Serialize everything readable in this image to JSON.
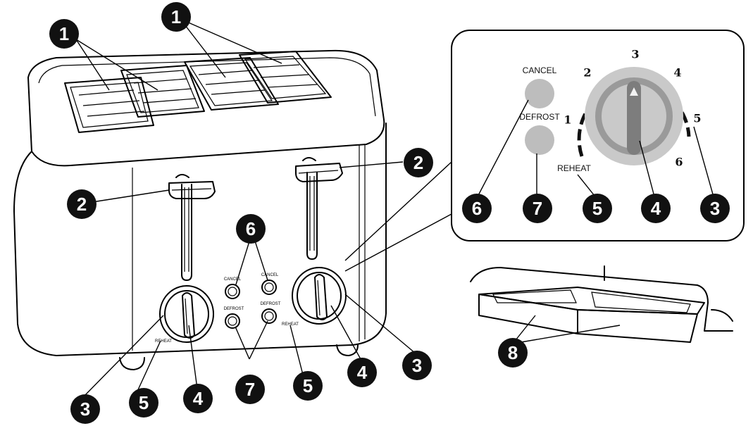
{
  "callouts": {
    "c1": "1",
    "c2": "2",
    "c3": "3",
    "c4": "4",
    "c5": "5",
    "c6": "6",
    "c7": "7",
    "c8": "8"
  },
  "panel_labels": {
    "cancel": "CANCEL",
    "defrost": "DEFROST",
    "reheat": "REHEAT"
  },
  "dial_numbers": [
    "1",
    "2",
    "3",
    "4",
    "5",
    "6"
  ],
  "colors": {
    "button_fill": "#bdbdbd",
    "dial_outer": "#c9c9c9",
    "dial_inner": "#9a9a9a",
    "handle": "#7d7d7d",
    "callout": "#111111"
  }
}
